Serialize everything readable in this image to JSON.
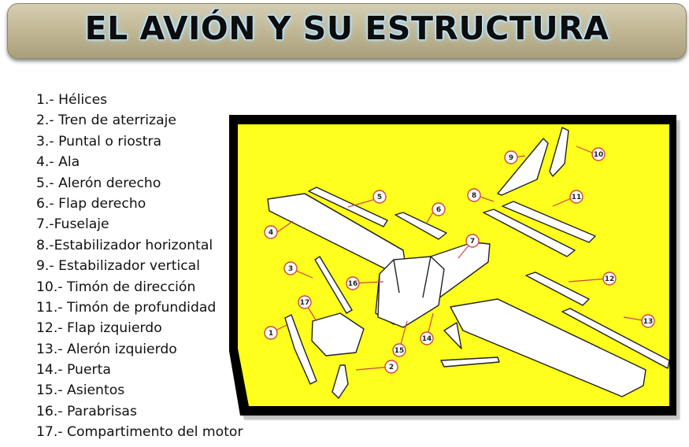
{
  "title": "EL AVIÓN Y SU ESTRUCTURA",
  "parts": [
    "1.- Hélices",
    "2.- Tren de aterrizaje",
    "3.- Puntal o riostra",
    "4.- Ala",
    "5.- Alerón derecho",
    "6.- Flap derecho",
    "7.-Fuselaje",
    "8.-Estabilizador horizontal",
    "9.- Estabilizador vertical",
    "10.- Timón de dirección",
    "11.- Timón de profundidad",
    "12.- Flap izquierdo",
    "13.- Alerón izquierdo",
    "14.- Puerta",
    "15.- Asientos",
    "16.- Parabrisas",
    "17.- Compartimento del motor"
  ],
  "callouts": [
    "1",
    "2",
    "3",
    "4",
    "5",
    "6",
    "7",
    "8",
    "9",
    "10",
    "11",
    "12",
    "13",
    "14",
    "15",
    "16",
    "17"
  ],
  "colors": {
    "banner": "#c3b996",
    "diagram_background": "#ffff1e",
    "callout_ring": "#d04545"
  }
}
